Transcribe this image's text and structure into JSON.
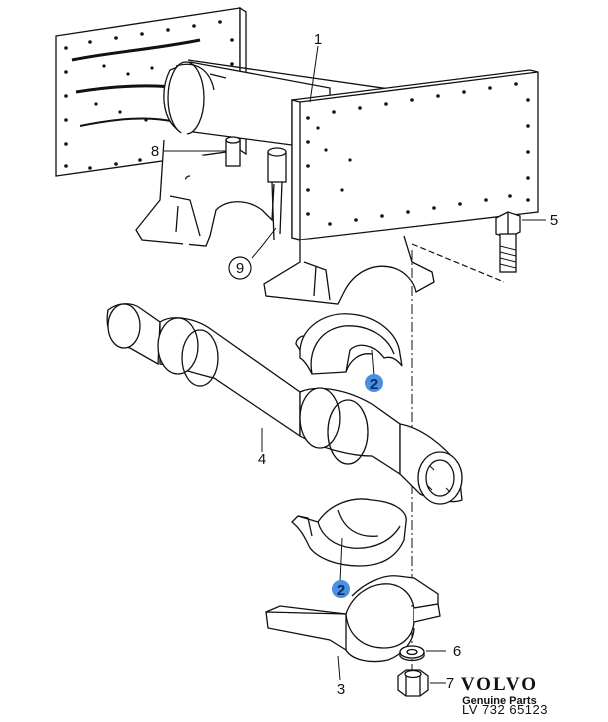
{
  "callouts": [
    {
      "id": "1",
      "label": "1",
      "highlight": false
    },
    {
      "id": "2a",
      "label": "2",
      "highlight": true
    },
    {
      "id": "2b",
      "label": "2",
      "highlight": true
    },
    {
      "id": "3",
      "label": "3",
      "highlight": false
    },
    {
      "id": "4",
      "label": "4",
      "highlight": false
    },
    {
      "id": "5",
      "label": "5",
      "highlight": false
    },
    {
      "id": "6",
      "label": "6",
      "highlight": false
    },
    {
      "id": "7",
      "label": "7",
      "highlight": false
    },
    {
      "id": "8",
      "label": "8",
      "highlight": false
    },
    {
      "id": "9",
      "label": "9",
      "highlight": false
    }
  ],
  "brand": {
    "logo": "VOLVO",
    "subtitle": "Genuine Parts",
    "code": "LV 732 65123"
  },
  "colors": {
    "line": "#111111",
    "highlight_fill": "#4a90e2",
    "highlight_text": "#0d2a6b",
    "background": "#ffffff"
  }
}
